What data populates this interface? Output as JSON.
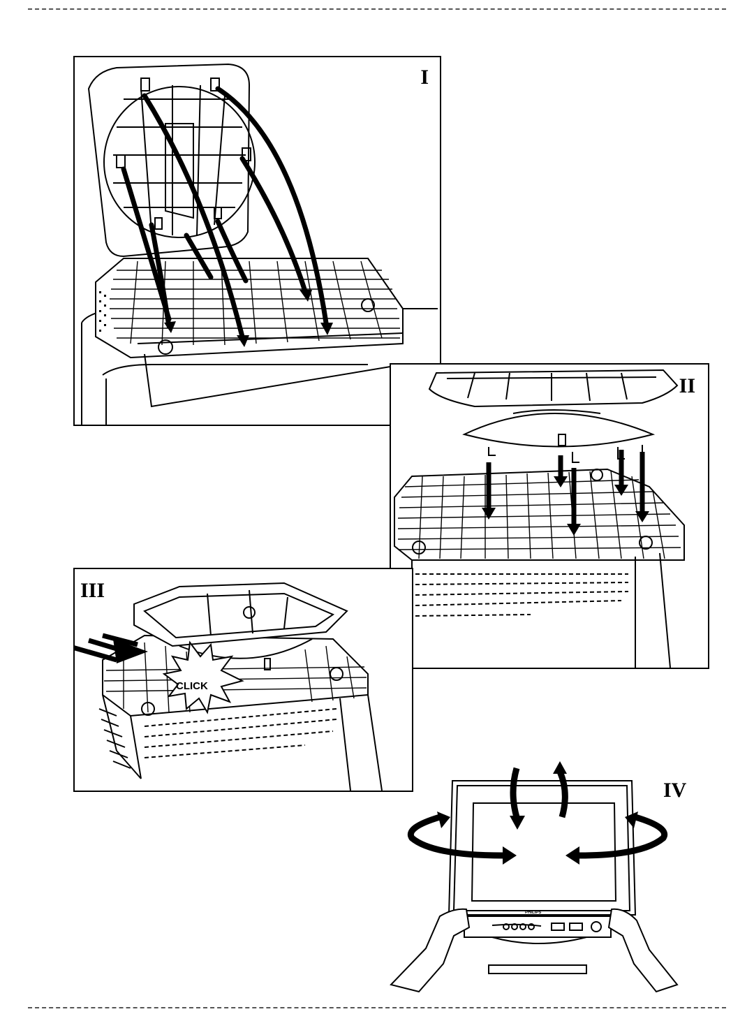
{
  "page": {
    "step_labels": [
      "I",
      "II",
      "III",
      "IV"
    ],
    "click_text": "CLICK",
    "brand_text": "PHILIPS"
  },
  "colors": {
    "ink": "#000000",
    "paper": "#ffffff",
    "shade": "#e6e6e6"
  },
  "icons": {
    "arrow": "down-arrow-icon",
    "rotate": "rotate-arrow-icon",
    "burst": "click-burst-icon",
    "hand": "hand-icon"
  }
}
